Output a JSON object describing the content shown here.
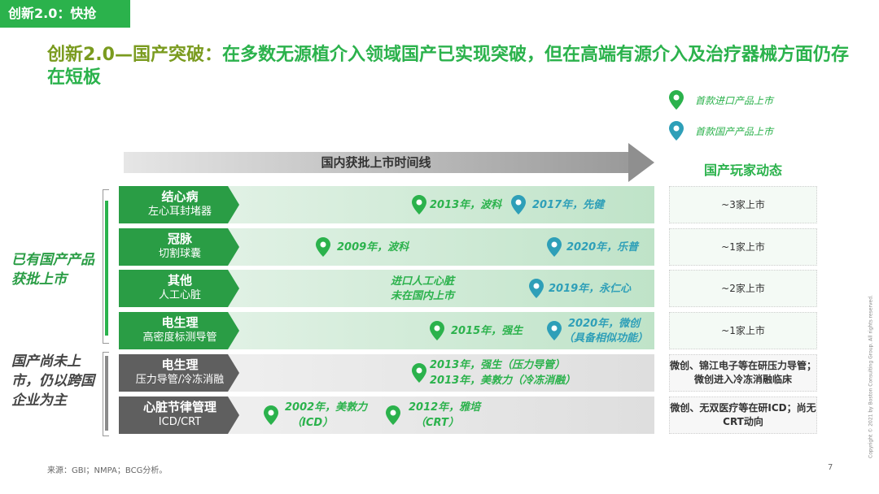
{
  "tag": "创新2.0：快抢",
  "headline": {
    "highlight": "创新2.0—国产突破：",
    "rest": "在多数无源植介入领域国产已实现突破，但在高端有源介入及治疗器械方面仍存在短板"
  },
  "legend": {
    "imported": "首款进口产品上市",
    "domestic": "首款国产产品上市"
  },
  "timeline_label": "国内获批上市时间线",
  "players_header": "国产玩家动态",
  "categories": {
    "approved": "已有国产产品获批上市",
    "not_approved": "国产尚未上市，仍以跨国企业为主"
  },
  "rows": [
    {
      "title": "结心病",
      "subtitle": "左心耳封堵器",
      "events": [
        {
          "text": "2013年，波科",
          "kind": "imported"
        },
        {
          "text": "2017年，先健",
          "kind": "domestic"
        }
      ],
      "status": "~3家上市"
    },
    {
      "title": "冠脉",
      "subtitle": "切割球囊",
      "events": [
        {
          "text": "2009年，波科",
          "kind": "imported"
        },
        {
          "text": "2020年，乐普",
          "kind": "domestic"
        }
      ],
      "status": "~1家上市"
    },
    {
      "title": "其他",
      "subtitle": "人工心脏",
      "events": [
        {
          "text": "进口人工心脏",
          "kind": "imported"
        },
        {
          "text": "未在国内上市",
          "kind": "imported"
        },
        {
          "text": "2019年，永仁心",
          "kind": "domestic"
        }
      ],
      "status": "~2家上市"
    },
    {
      "title": "电生理",
      "subtitle": "高密度标测导管",
      "events": [
        {
          "text": "2015年，强生",
          "kind": "imported"
        },
        {
          "text": "2020年，微创",
          "kind": "domestic"
        },
        {
          "text": "（具备相似功能）",
          "kind": "domestic"
        }
      ],
      "status": "~1家上市"
    },
    {
      "title": "电生理",
      "subtitle": "压力导管/冷冻消融",
      "events": [
        {
          "text": "2013年，强生（压力导管）",
          "kind": "imported"
        },
        {
          "text": "2013年，美敦力（冷冻消融）",
          "kind": "imported"
        }
      ],
      "status": "微创、锦江电子等在研压力导管；微创进入冷冻消融临床"
    },
    {
      "title": "心脏节律管理",
      "subtitle": "ICD/CRT",
      "events": [
        {
          "text": "2002年，美敦力",
          "kind": "imported"
        },
        {
          "text": "（ICD）",
          "kind": "imported"
        },
        {
          "text": "2012年，雅培",
          "kind": "imported"
        },
        {
          "text": "（CRT）",
          "kind": "imported"
        }
      ],
      "status": "微创、无双医疗等在研ICD；尚无CRT动向"
    }
  ],
  "source": "来源：GBI；NMPA；BCG分析。",
  "page_number": "7",
  "copyright": "Copyright © 2021 by Boston Consulting Group. All rights reserved.",
  "colors": {
    "green": "#2bb24c",
    "dark_green": "#2a9d45",
    "teal": "#2e9fb8",
    "gray": "#5f5f5f",
    "olive": "#7a9b1f"
  },
  "icons": {
    "imported_marker": "map-pin-green-icon",
    "domestic_marker": "map-pin-teal-icon"
  }
}
